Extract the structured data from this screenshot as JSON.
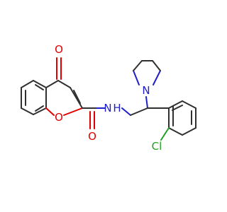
{
  "colors": {
    "carbon_bond": "#303030",
    "oxygen": "#e00000",
    "nitrogen": "#2020c8",
    "chlorine": "#20a020",
    "background": "#ffffff"
  },
  "atoms": {
    "ketone_oxygen": "O",
    "ring_oxygen": "O",
    "amide_oxygen": "O",
    "amide_nitrogen": "N",
    "amide_hydrogen": "H",
    "pyrrolidine_nitrogen": "N",
    "chlorine": "Cl"
  }
}
